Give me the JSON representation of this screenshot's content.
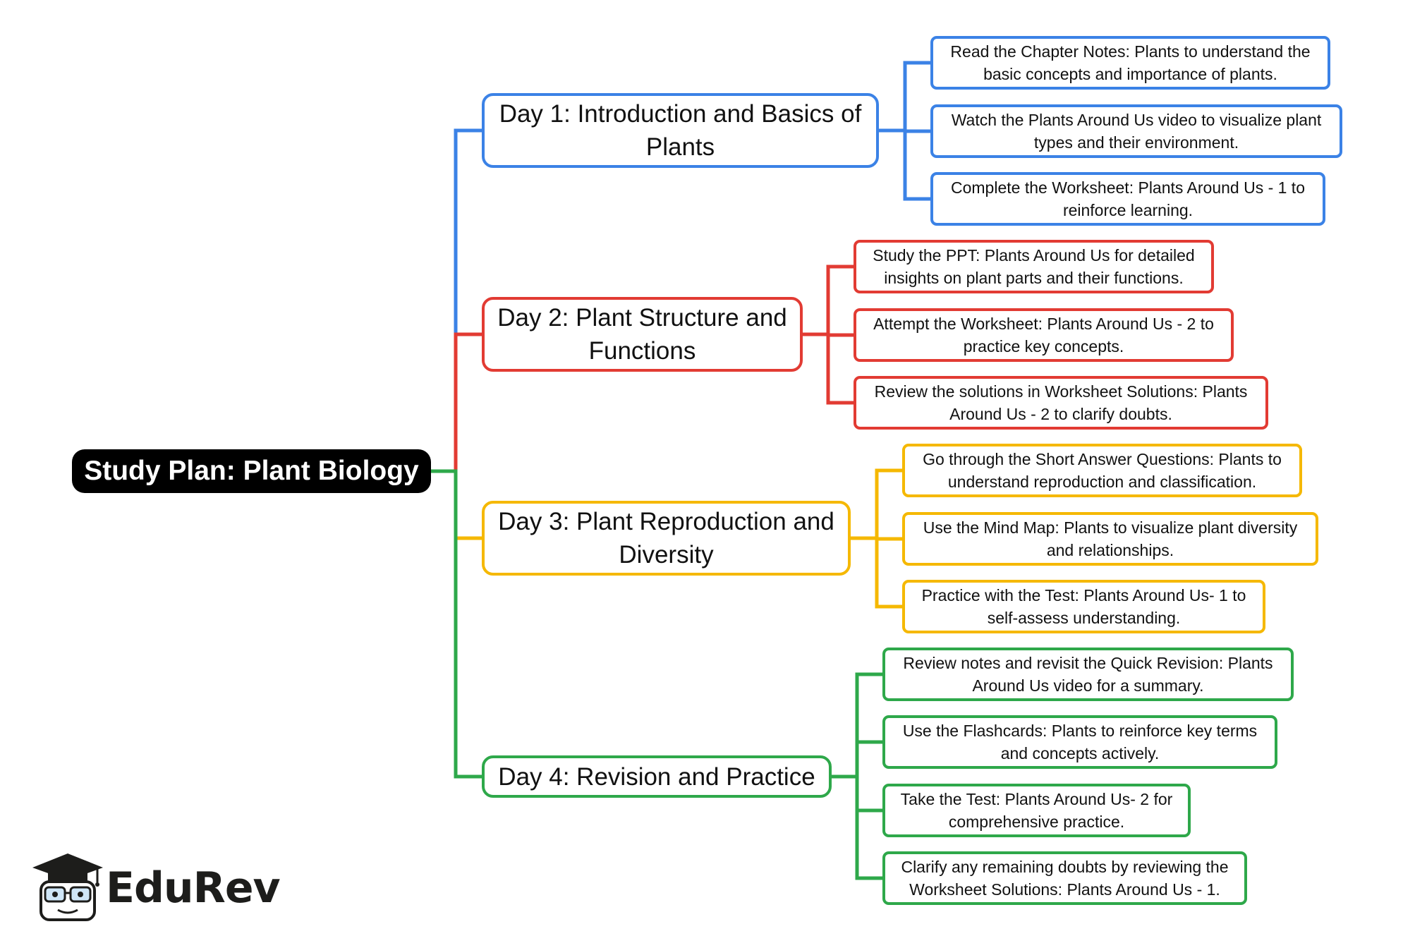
{
  "root": {
    "label": "Study Plan: Plant Biology"
  },
  "colors": {
    "day1": "#3b82e6",
    "day2": "#e23b33",
    "day3": "#f5b800",
    "day4": "#2ea84a"
  },
  "days": [
    {
      "label": "Day 1: Introduction and Basics of Plants",
      "tasks": [
        "Read the Chapter Notes: Plants to understand the basic concepts and importance of plants.",
        "Watch the Plants Around Us video to visualize plant types and their environment.",
        "Complete the Worksheet: Plants Around Us - 1 to reinforce learning."
      ]
    },
    {
      "label": "Day 2: Plant Structure and Functions",
      "tasks": [
        "Study the PPT: Plants Around Us for detailed insights on plant parts and their functions.",
        "Attempt the Worksheet: Plants Around Us - 2 to practice key concepts.",
        "Review the solutions in Worksheet Solutions: Plants Around Us - 2 to clarify doubts."
      ]
    },
    {
      "label": "Day 3: Plant Reproduction and Diversity",
      "tasks": [
        "Go through the Short Answer Questions: Plants to understand reproduction and classification.",
        "Use the Mind Map: Plants to visualize plant diversity and relationships.",
        "Practice with the Test: Plants Around Us- 1 to self-assess understanding."
      ]
    },
    {
      "label": "Day 4: Revision and Practice",
      "tasks": [
        "Review notes and revisit the Quick Revision: Plants Around Us video for a summary.",
        "Use the Flashcards: Plants to reinforce key terms and concepts actively.",
        "Take the Test: Plants Around Us- 2 for comprehensive practice.",
        "Clarify any remaining doubts by reviewing the Worksheet Solutions: Plants Around Us - 1."
      ]
    }
  ],
  "logo": {
    "text": "EduRev",
    "icon": "graduation-cap-icon"
  }
}
